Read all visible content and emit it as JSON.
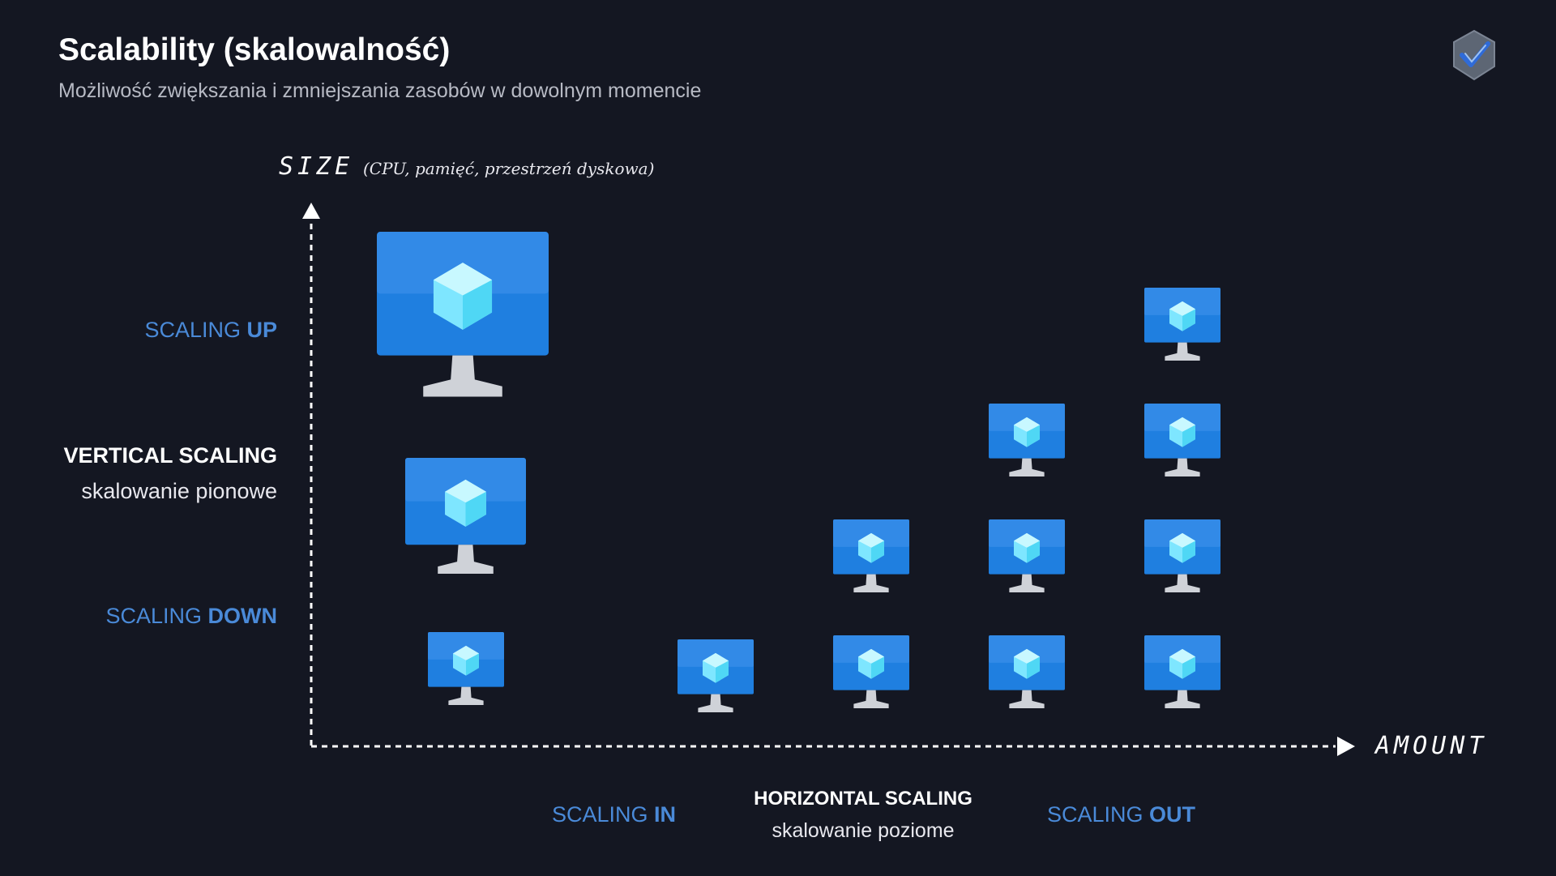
{
  "header": {
    "title": "Scalability (skalowalność)",
    "subtitle": "Możliwość zwiększania i zmniejszania zasobów w dowolnym momencie"
  },
  "icons": {
    "logo": "shield-check-icon",
    "vm": "azure-virtual-machine-icon",
    "axis_arrows": [
      "arrow-up-icon",
      "arrow-right-icon"
    ]
  },
  "axes": {
    "y_label": "SIZE",
    "y_label_note": "(CPU, pamięć, przestrzeń dyskowa)",
    "x_label": "AMOUNT"
  },
  "vertical": {
    "up_prefix": "SCALING ",
    "up_strong": "UP",
    "title": "VERTICAL SCALING",
    "subtitle": "skalowanie pionowe",
    "down_prefix": "SCALING ",
    "down_strong": "DOWN"
  },
  "horizontal": {
    "in_prefix": "SCALING ",
    "in_strong": "IN",
    "title": "HORIZONTAL SCALING",
    "subtitle": "skalowanie poziome",
    "out_prefix": "SCALING ",
    "out_strong": "OUT"
  },
  "colors": {
    "background": "#141722",
    "accent_blue": "#4a8ad8",
    "monitor_blue": "#1f7fe0",
    "cube": "#5fdcff"
  },
  "vertical_machines": [
    "large",
    "medium",
    "small"
  ],
  "horizontal_vm_counts": [
    1,
    2,
    3,
    4
  ]
}
